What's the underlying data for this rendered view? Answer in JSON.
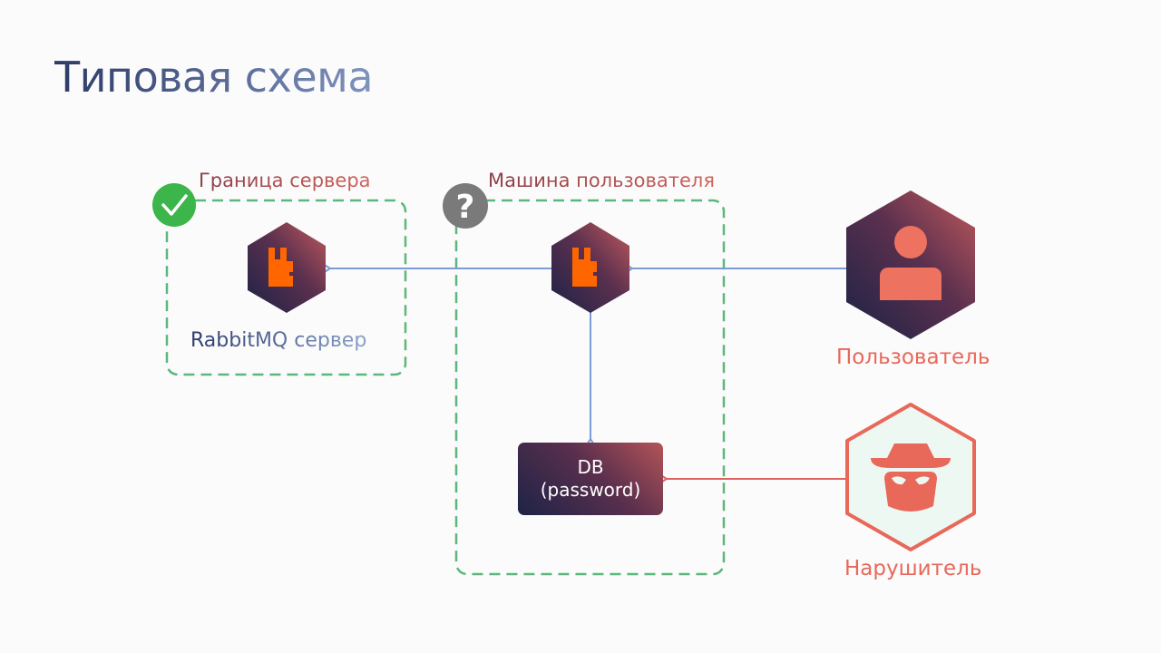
{
  "title": "Типовая схема",
  "server_boundary": {
    "label": "Граница сервера",
    "status_icon": "check-circle-icon",
    "status_color": "#3cb54a"
  },
  "user_machine": {
    "label": "Машина пользователя",
    "status_icon": "question-circle-icon",
    "status_color": "#7a7a7a"
  },
  "rabbitmq_server": {
    "label": "RabbitMQ сервер",
    "icon": "rabbitmq-logo-icon"
  },
  "client_rabbitmq": {
    "icon": "rabbitmq-logo-icon"
  },
  "db": {
    "line1": "DB",
    "line2": "(password)"
  },
  "user": {
    "label": "Пользователь",
    "icon": "user-icon"
  },
  "intruder": {
    "label": "Нарушитель",
    "icon": "spy-icon"
  },
  "colors": {
    "boundary": "#5cb87a",
    "flow_arrow": "#7b9bd6",
    "attack_arrow": "#e0625c",
    "accent": "#e8685a",
    "rabbitmq_orange": "#ff6600"
  }
}
